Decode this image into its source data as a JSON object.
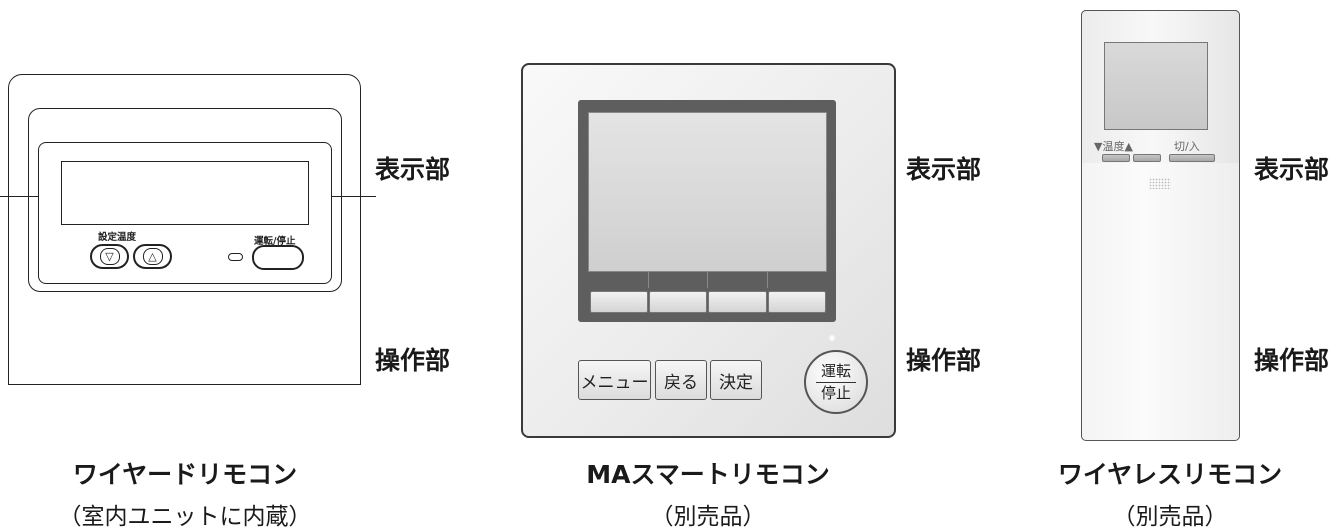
{
  "wired": {
    "label_top": "設定温度",
    "label_right": "運転/停止",
    "btn_down": "▽",
    "btn_up": "△",
    "caption_line1": "ワイヤードリモコン",
    "caption_line2": "（室内ユニットに内蔵）",
    "display_label": "表示部",
    "operation_label": "操作部"
  },
  "ma": {
    "btn_menu": "メニュー",
    "btn_back": "戻る",
    "btn_enter": "決定",
    "power_top": "運転",
    "power_bottom": "停止",
    "caption_line1": "MAスマートリモコン",
    "caption_line2": "（別売品）",
    "display_label": "表示部",
    "operation_label": "操作部"
  },
  "wireless": {
    "temp_label": "▼温度▲",
    "power_label": "切/入",
    "caption_line1": "ワイヤレスリモコン",
    "caption_line2": "（別売品）",
    "display_label": "表示部",
    "operation_label": "操作部"
  }
}
